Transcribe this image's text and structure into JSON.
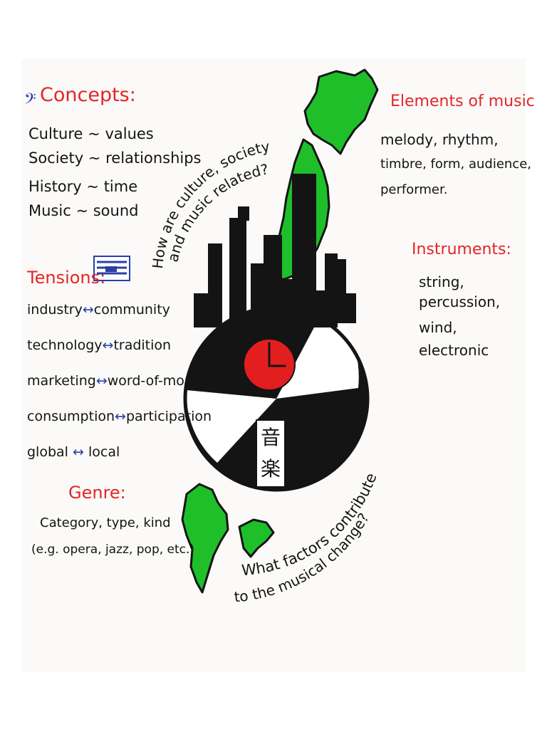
{
  "colors": {
    "heading": "#e32626",
    "text": "#141414",
    "arrow": "#2b3fa8",
    "record_black": "#141414",
    "record_label": "#e21e1e",
    "map_green": "#1fbf2a",
    "paper": "#fbfaf8"
  },
  "concepts": {
    "title": "Concepts:",
    "items": [
      {
        "term": "Culture",
        "sep": "~",
        "meaning": "values"
      },
      {
        "term": "Society",
        "sep": "~",
        "meaning": "relationships"
      },
      {
        "term": "History",
        "sep": "~",
        "meaning": "time"
      },
      {
        "term": "Music",
        "sep": "~",
        "meaning": "sound"
      }
    ]
  },
  "tensions": {
    "title": "Tensions:",
    "items": [
      {
        "left": "industry",
        "arrow": "↔",
        "right": "community"
      },
      {
        "left": "technology",
        "arrow": "↔",
        "right": "tradition"
      },
      {
        "left": "marketing",
        "arrow": "↔",
        "right": "word-of-mouth"
      },
      {
        "left": "consumption",
        "arrow": "↔",
        "right": "participation"
      },
      {
        "left": "global",
        "arrow": "↔",
        "right": "local"
      }
    ]
  },
  "genre": {
    "title": "Genre:",
    "lines": [
      "Category, type, kind",
      "(e.g. opera, jazz, pop, etc.)"
    ]
  },
  "elements": {
    "title": "Elements of music",
    "lines": [
      "melody, rhythm,",
      "timbre, form, audience,",
      "performer."
    ]
  },
  "instruments": {
    "title": "Instruments:",
    "lines": [
      "string,",
      "percussion,",
      "wind,",
      "electronic"
    ]
  },
  "questions": {
    "top": [
      "How are culture, society",
      "and music related?"
    ],
    "bottom": [
      "What factors contribute",
      "to the musical change?"
    ]
  },
  "record": {
    "kanji": [
      "音",
      "楽"
    ]
  },
  "icons": [
    "bass-clef-icon",
    "flag-icon",
    "clock-icon",
    "japan-map-icon",
    "city-skyline-icon",
    "vinyl-record-icon"
  ]
}
